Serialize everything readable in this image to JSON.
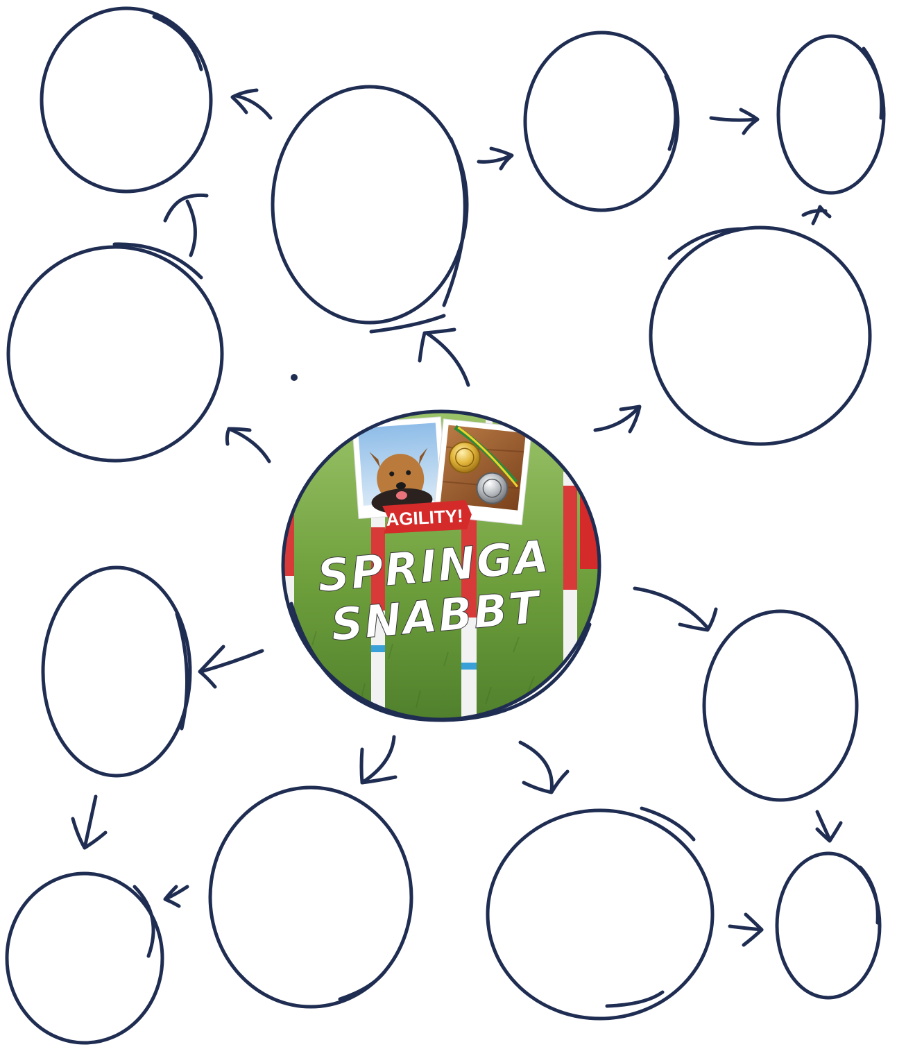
{
  "colors": {
    "stroke": "#1f2d52",
    "grass_light": "#7fae4a",
    "grass_dark": "#4d7d2b",
    "sky": "#bcd7f0",
    "pole_red": "#d83a3a",
    "pole_white": "#f2f2f2",
    "pole_blue": "#3aa0d8",
    "banner_red": "#d42a2a",
    "gold": "#e2b53a",
    "silver": "#b8bcc0",
    "wood": "#9b5a2a",
    "dog_coat": "#b97a3c",
    "dog_saddle": "#2b2220"
  },
  "center": {
    "banner_label": "AGILITY!",
    "title_line1": "SPRINGA",
    "title_line2": "SNABBT",
    "photo_left": "dog-photo",
    "photo_right": "medals-photo"
  },
  "nodes": [
    {
      "name": "node-top-left"
    },
    {
      "name": "node-top-middle"
    },
    {
      "name": "node-top-right-a"
    },
    {
      "name": "node-top-right-b"
    },
    {
      "name": "node-middle-left"
    },
    {
      "name": "node-middle-right"
    },
    {
      "name": "node-lower-left"
    },
    {
      "name": "node-lower-right"
    },
    {
      "name": "node-bottom-far-left"
    },
    {
      "name": "node-bottom-left"
    },
    {
      "name": "node-bottom-right"
    },
    {
      "name": "node-bottom-far-right"
    }
  ],
  "dot": {
    "name": "stray-dot"
  }
}
